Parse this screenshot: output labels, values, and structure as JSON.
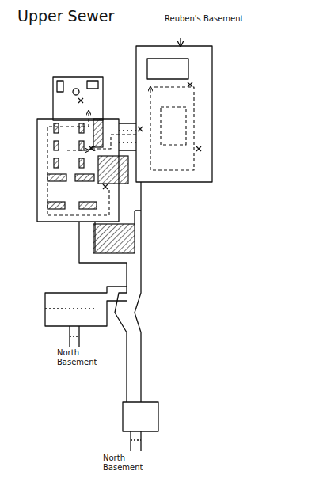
{
  "diagram": {
    "title": "Upper Sewer",
    "labels": [
      "Reuben's Basement",
      "North Basement",
      "North Basement"
    ]
  }
}
